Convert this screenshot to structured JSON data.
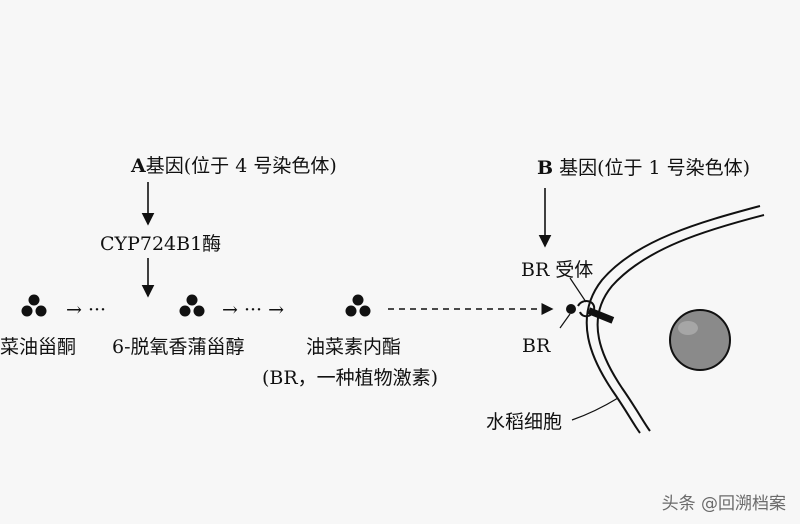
{
  "gene_a": {
    "letter": "A",
    "label": "基因(位于 4 号染色体)"
  },
  "enzyme": "CYP724B1酶",
  "gene_b": {
    "letter": "B",
    "label": "基因(位于 1 号染色体)"
  },
  "receptor_label": "BR 受体",
  "br_label": "BR",
  "pathway": {
    "compound1": "菜油甾酮",
    "dots1": "→ ···",
    "compound2": "6-脱氧香蒲甾醇",
    "dots2": "→ ···  →",
    "compound3": "油菜素内酯",
    "compound3_note": "(BR，一种植物激素)"
  },
  "cell_label": "水稻细胞",
  "watermark": "头条 @回溯档案",
  "colors": {
    "background": "#f7f7f7",
    "line": "#111111",
    "nucleus_fill": "#8a8a8a",
    "watermark": "#6b6b6b"
  }
}
